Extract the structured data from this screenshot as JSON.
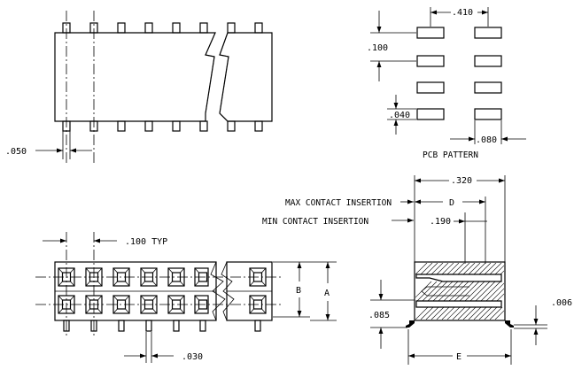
{
  "dimensions": {
    "pitch_top": ".050",
    "pcb_row_spacing": ".410",
    "pcb_pitch": ".100",
    "pcb_pad_width": ".040",
    "pcb_pad_length": ".080",
    "max_contact_insertion_value": ".320",
    "d_label": "D",
    "min_contact_insertion_value": ".190",
    "pitch_front": ".100 TYP",
    "dim_b": "B",
    "dim_a": "A",
    "pin_width": ".030",
    "height": ".085",
    "lead_thickness": ".006",
    "dim_e": "E"
  },
  "labels": {
    "pcb_pattern": "PCB PATTERN",
    "max_contact_insertion": "MAX CONTACT INSERTION",
    "min_contact_insertion": "MIN CONTACT INSERTION"
  }
}
